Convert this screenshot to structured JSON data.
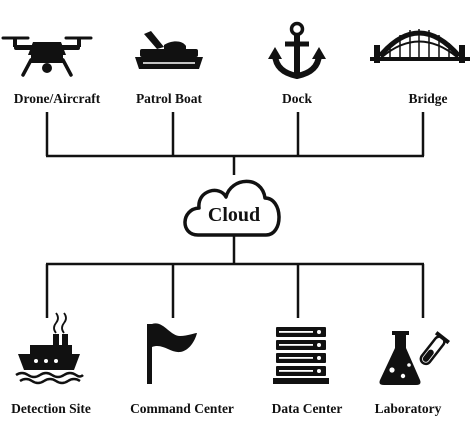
{
  "top_nodes": [
    {
      "label": "Drone/Aircraft",
      "icon": "drone-icon"
    },
    {
      "label": "Patrol Boat",
      "icon": "patrol-boat-icon"
    },
    {
      "label": "Dock",
      "icon": "anchor-icon"
    },
    {
      "label": "Bridge",
      "icon": "bridge-icon"
    }
  ],
  "hub": {
    "label": "Cloud",
    "icon": "cloud-icon"
  },
  "bottom_nodes": [
    {
      "label": "Detection Site",
      "icon": "ship-icon"
    },
    {
      "label": "Command Center",
      "icon": "flag-icon"
    },
    {
      "label": "Data Center",
      "icon": "server-rack-icon"
    },
    {
      "label": "Laboratory",
      "icon": "flask-icon"
    }
  ],
  "colors": {
    "ink": "#111111",
    "background": "#ffffff"
  }
}
